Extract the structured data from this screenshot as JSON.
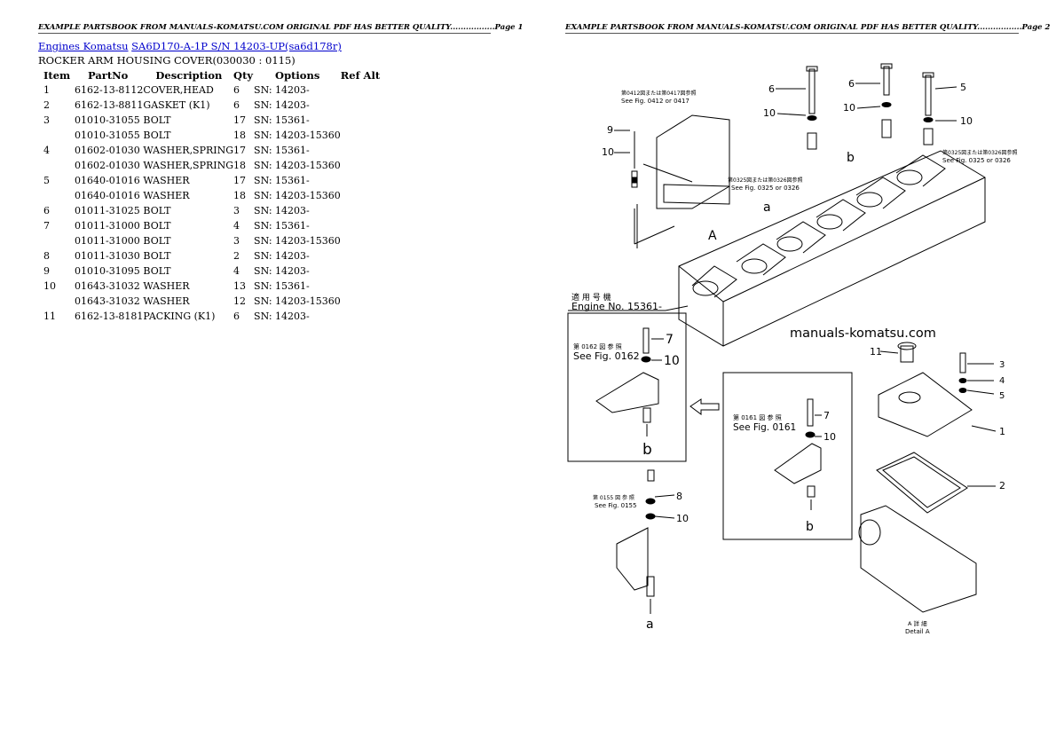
{
  "header": {
    "left": "EXAMPLE PARTSBOOK FROM MANUALS-KOMATSU.COM ORIGINAL PDF HAS BETTER QUALITY.................Page 1",
    "right": "EXAMPLE PARTSBOOK FROM MANUALS-KOMATSU.COM ORIGINAL PDF HAS BETTER QUALITY.................Page 2"
  },
  "breadcrumb": {
    "link1": "Engines Komatsu",
    "link2": "SA6D170-A-1P S/N 14203-UP(sa6d178r)"
  },
  "subtitle": "ROCKER ARM HOUSING COVER(030030 : 0115)",
  "table": {
    "headers": [
      "Item",
      "PartNo",
      "Description",
      "Qty",
      "Options",
      "Ref Alt"
    ],
    "rows": [
      [
        "1",
        "6162-13-8112",
        "COVER,HEAD",
        "6",
        "SN: 14203-",
        ""
      ],
      [
        "2",
        "6162-13-8811",
        "GASKET (K1)",
        "6",
        "SN: 14203-",
        ""
      ],
      [
        "3",
        "01010-31055",
        "BOLT",
        "17",
        "SN: 15361-",
        ""
      ],
      [
        "",
        "01010-31055",
        "BOLT",
        "18",
        "SN: 14203-15360",
        ""
      ],
      [
        "4",
        "01602-01030",
        "WASHER,SPRING",
        "17",
        "SN: 15361-",
        ""
      ],
      [
        "",
        "01602-01030",
        "WASHER,SPRING",
        "18",
        "SN: 14203-15360",
        ""
      ],
      [
        "5",
        "01640-01016",
        "WASHER",
        "17",
        "SN: 15361-",
        ""
      ],
      [
        "",
        "01640-01016",
        "WASHER",
        "18",
        "SN: 14203-15360",
        ""
      ],
      [
        "6",
        "01011-31025",
        "BOLT",
        "3",
        "SN: 14203-",
        ""
      ],
      [
        "7",
        "01011-31000",
        "BOLT",
        "4",
        "SN: 15361-",
        ""
      ],
      [
        "",
        "01011-31000",
        "BOLT",
        "3",
        "SN: 14203-15360",
        ""
      ],
      [
        "8",
        "01011-31030",
        "BOLT",
        "2",
        "SN: 14203-",
        ""
      ],
      [
        "9",
        "01010-31095",
        "BOLT",
        "4",
        "SN: 14203-",
        ""
      ],
      [
        "10",
        "01643-31032",
        "WASHER",
        "13",
        "SN: 15361-",
        ""
      ],
      [
        "",
        "01643-31032",
        "WASHER",
        "12",
        "SN: 14203-15360",
        ""
      ],
      [
        "11",
        "6162-13-8181",
        "PACKING (K1)",
        "6",
        "SN: 14203-",
        ""
      ]
    ]
  },
  "diagram": {
    "watermark": "manuals-komatsu.com",
    "engine_no": "Engine No. 15361-",
    "engine_no_jp": "適 用 号 機",
    "see_fig_0162": "See Fig. 0162",
    "see_fig_0162_jp": "第 0162 図 参 照",
    "see_fig_0161": "See Fig. 0161",
    "see_fig_0161_jp": "第 0161 図 参 照",
    "see_fig_0155": "See Fig. 0155",
    "see_fig_0155_jp": "第 0155 図 参 照",
    "see_fig_0325": "See Fig. 0325 or 0326",
    "see_fig_0325_jp": "第0325図または第0326図参照",
    "see_fig_0412": "See Fig. 0412 or 0417",
    "see_fig_0412_jp": "第0412図または第0417図参照",
    "detail_a": "Detail A",
    "detail_a_jp": "A 詳 細",
    "letters": {
      "a": "a",
      "b": "b",
      "A": "A"
    },
    "callouts": {
      "n1": "1",
      "n2": "2",
      "n3": "3",
      "n4": "4",
      "n5": "5",
      "n6": "6",
      "n7": "7",
      "n8": "8",
      "n9": "9",
      "n10": "10",
      "n11": "11"
    }
  }
}
